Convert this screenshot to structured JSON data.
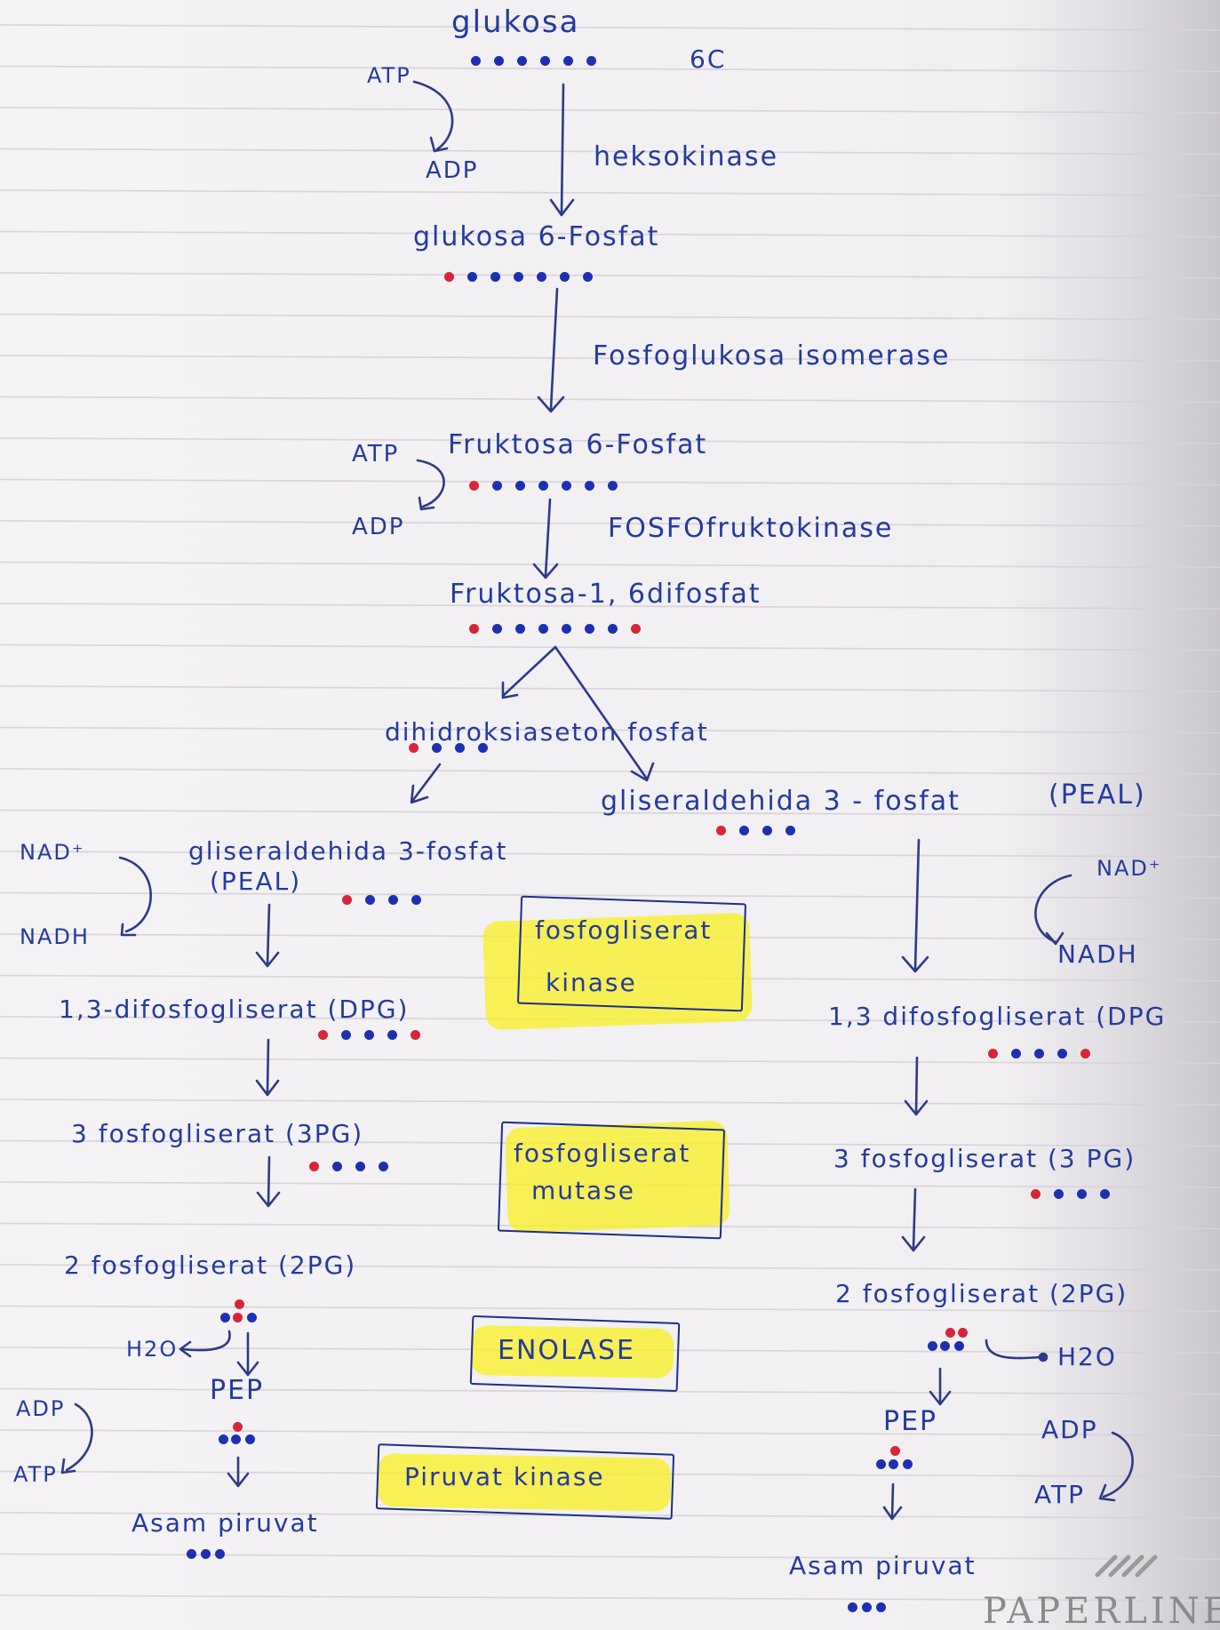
{
  "labels": {
    "glukosa": "glukosa",
    "atp1": "ATP",
    "six_c": "6C",
    "adp1": "ADP",
    "heksokinase": "heksokinase",
    "g6p": "glukosa 6-Fosfat",
    "isomerase": "Fosfoglukosa isomerase",
    "atp2": "ATP",
    "f6p": "Fruktosa 6-Fosfat",
    "adp2": "ADP",
    "pfk": "FOSFOfruktokinase",
    "f16bp": "Fruktosa-1, 6difosfat",
    "dhap": "dihidroksiaseton fosfat",
    "g3p_right": "gliseraldehida 3 - fosfat",
    "peal_right": "(PEAL)",
    "g3p_left": "gliseraldehida 3-fosfat",
    "peal_left": "(PEAL)",
    "nad_left": "NAD⁺",
    "nadh_left": "NADH",
    "nad_right": "NAD⁺",
    "nadh_right": "NADH",
    "dpg_left": "1,3-difosfogliserat (DPG)",
    "dpg_right": "1,3 difosfogliserat (DPG",
    "pgk_line1": "fosfogliserat",
    "pgk_line2": "kinase",
    "pg3_left": "3 fosfogliserat (3PG)",
    "pg3_right": "3 fosfogliserat (3 PG)",
    "pgm_line1": "fosfogliserat",
    "pgm_line2": "mutase",
    "pg2_left": "2 fosfogliserat (2PG)",
    "pg2_right": "2 fosfogliserat (2PG)",
    "h2o_left": "H2O",
    "h2o_right": "H2O",
    "enolase": "ENOLASE",
    "pep_left": "PEP",
    "pep_right": "PEP",
    "adp_left": "ADP",
    "atp_left": "ATP",
    "adp_right": "ADP",
    "atp_right": "ATP",
    "pk": "Piruvat kinase",
    "pyr_left": "Asam piruvat",
    "pyr_right": "Asam piruvat",
    "watermark": "PAPERLINE"
  },
  "colors": {
    "ink": "#243a9e",
    "carbon_blue": "#1e2fb0",
    "phosphate_red": "#d6263a",
    "highlighter": "#f9f028",
    "paper": "#f2f0f3",
    "rule_line": "#d9d2d8"
  },
  "molecules": {
    "glukosa": "bbbbbb",
    "g6p": "rbbbbbb",
    "f6p": "rbbbbbb",
    "f16bp": "rbbbbbbr",
    "dhap": "rbbb",
    "g3p_left": "rbbb",
    "g3p_right": "rbbb",
    "dpg_left": "rbbbr",
    "dpg_right": "rbbbr",
    "pg3_left": "rbbb",
    "pg3_right": "rbbb"
  },
  "icons": [
    "arrow-down-icon",
    "curved-arrow-icon",
    "enzyme-box",
    "molecule-dots",
    "paperline-logo-icon"
  ]
}
